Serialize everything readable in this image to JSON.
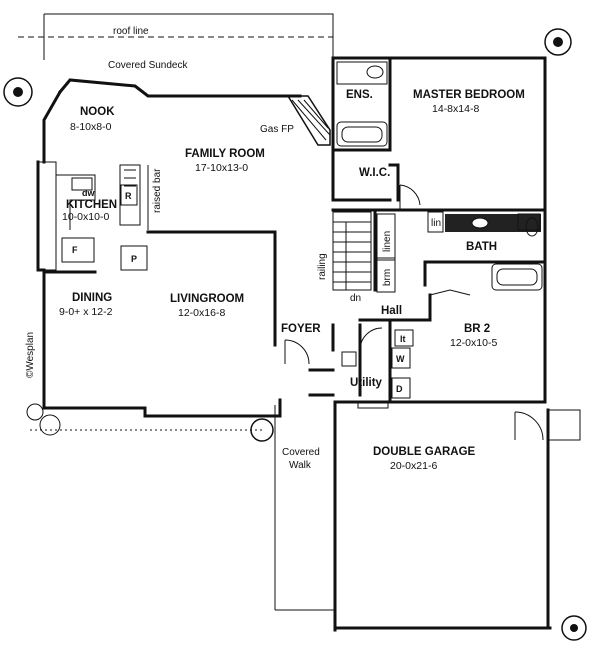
{
  "plan": {
    "copyright": "©Wesplan",
    "rooms": {
      "roof_line": "roof line",
      "covered_sundeck": "Covered Sundeck",
      "nook": {
        "name": "NOOK",
        "size": "8-10x8-0"
      },
      "family_room": {
        "name": "FAMILY ROOM",
        "size": "17-10x13-0"
      },
      "gas_fp": "Gas FP",
      "ens": "ENS.",
      "master_bedroom": {
        "name": "MASTER BEDROOM",
        "size": "14-8x14-8"
      },
      "wic": "W.I.C.",
      "kitchen": {
        "name": "KITCHEN",
        "size": "10-0x10-0"
      },
      "raised_bar": "raised bar",
      "dw": "dw",
      "refrigerator": "R",
      "freezer": "F",
      "pantry": "P",
      "railing": "railing",
      "linen": "linen",
      "lin": "lin",
      "bath": "BATH",
      "brm": "brm",
      "dn": "dn",
      "hall": "Hall",
      "dining": {
        "name": "DINING",
        "size": "9-0+ x 12-2"
      },
      "livingroom": {
        "name": "LIVINGROOM",
        "size": "12-0x16-8"
      },
      "foyer": "FOYER",
      "br2": {
        "name": "BR 2",
        "size": "12-0x10-5"
      },
      "lt": "lt",
      "washer": "W",
      "dryer": "D",
      "utility": "Utility",
      "covered_walk": {
        "line1": "Covered",
        "line2": "Walk"
      },
      "double_garage": {
        "name": "DOUBLE GARAGE",
        "size": "20-0x21-6"
      }
    }
  }
}
